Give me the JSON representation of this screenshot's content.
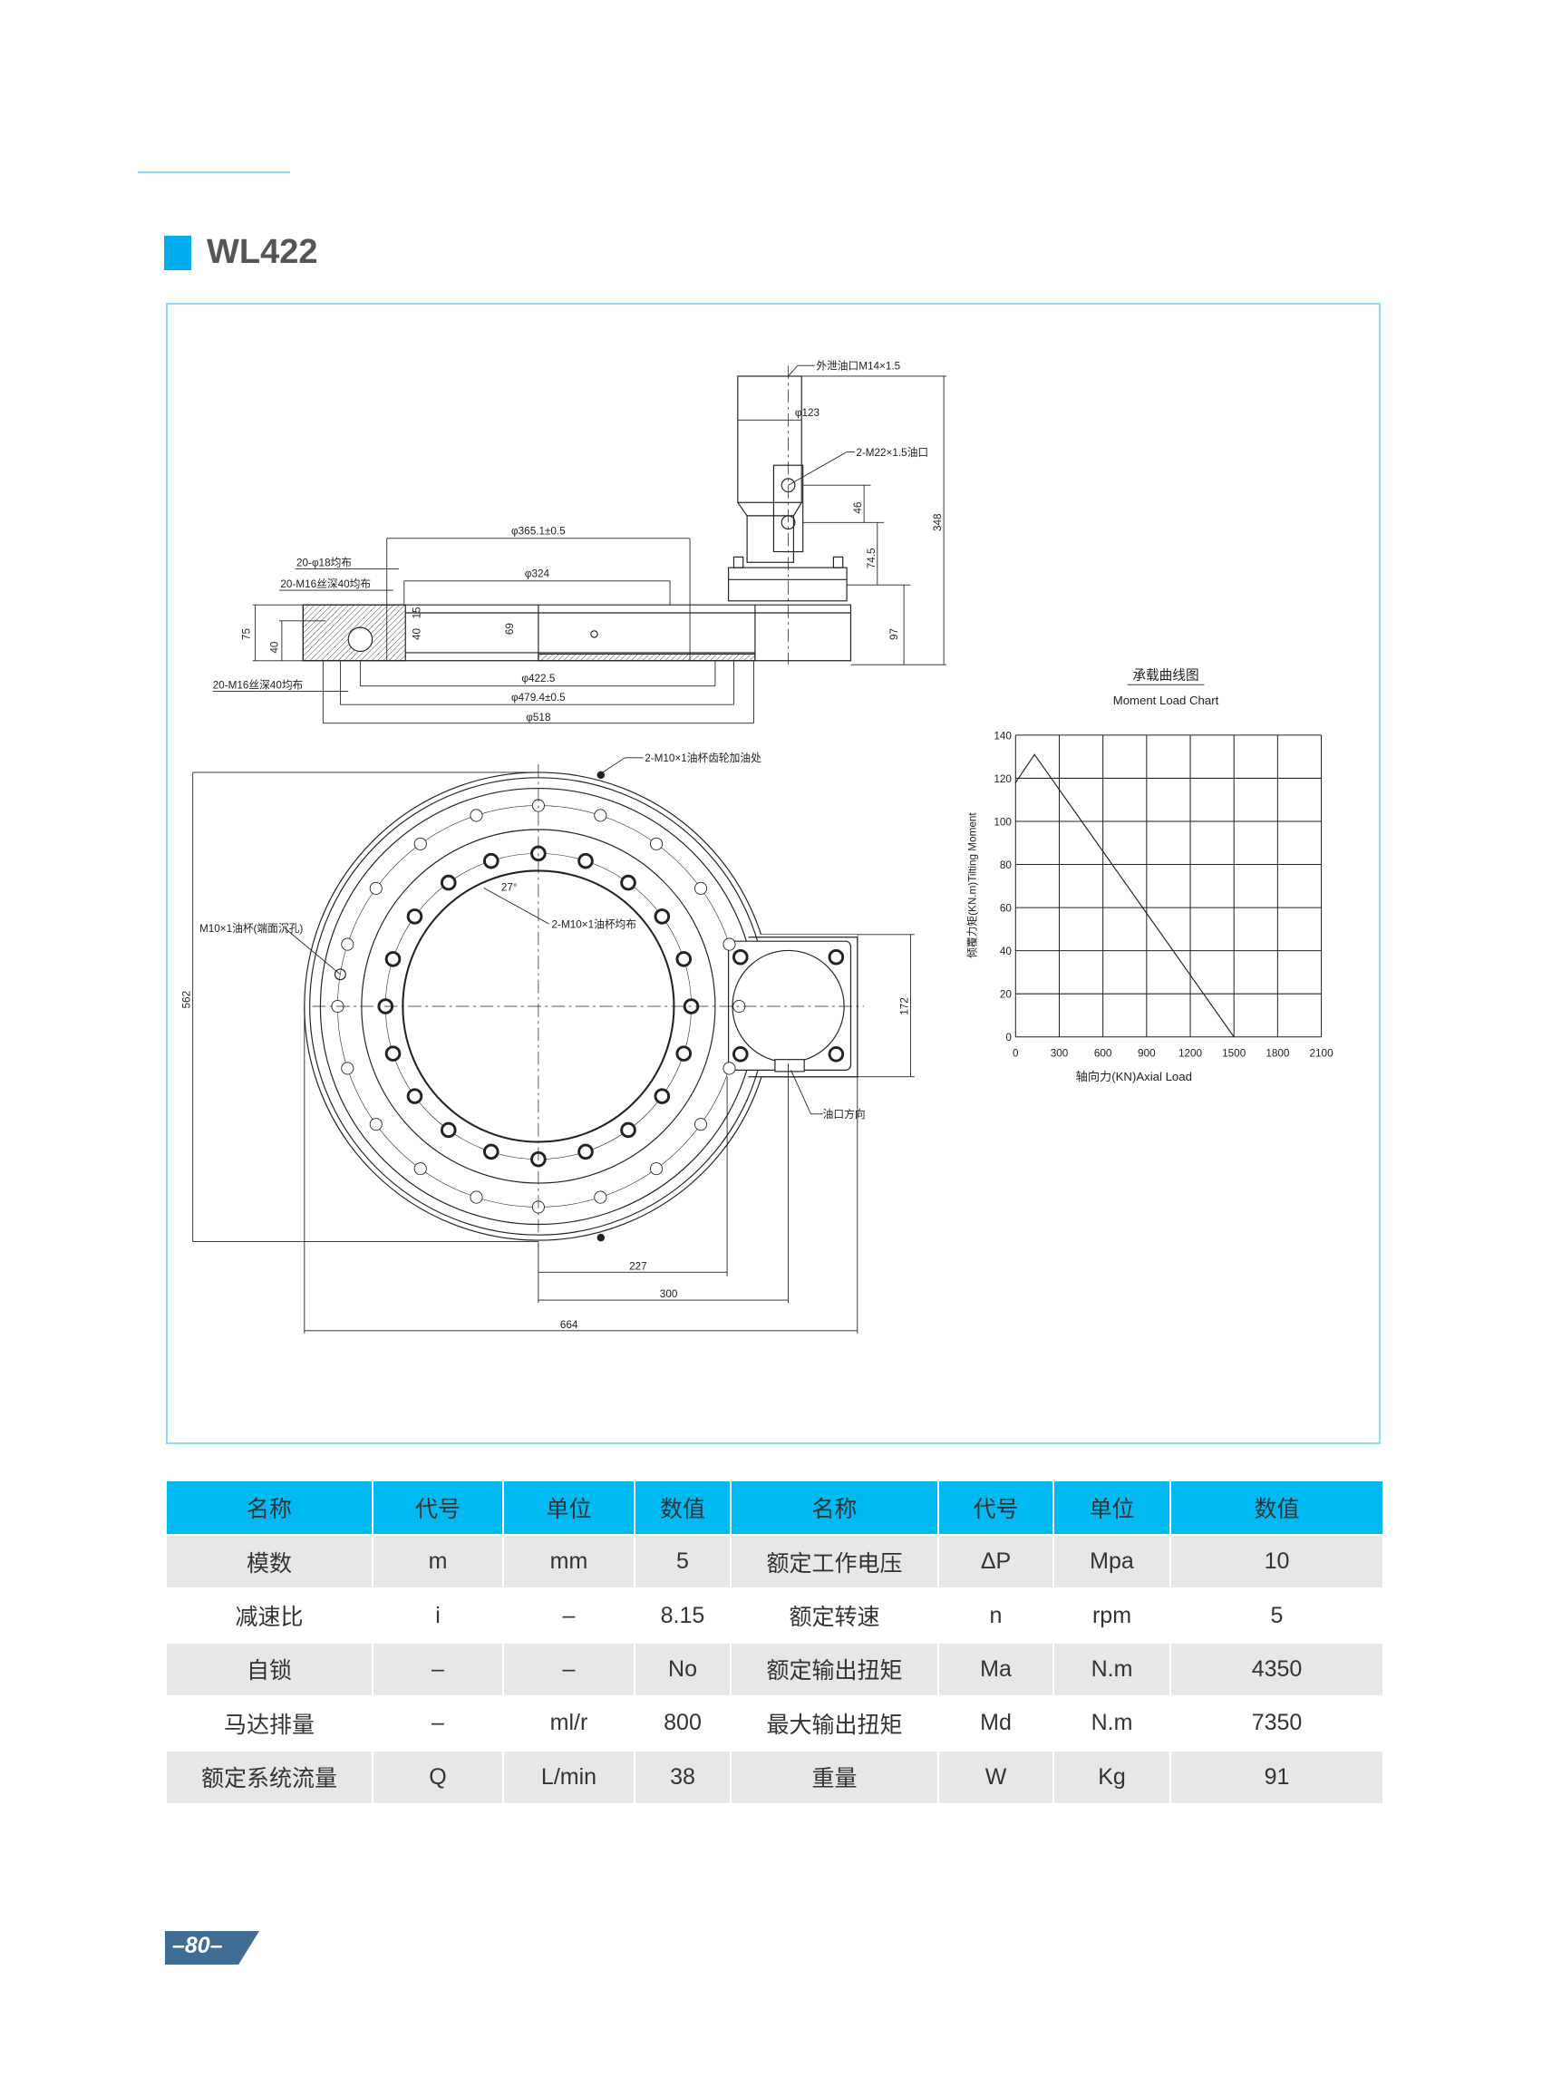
{
  "header": {
    "title": "WL422",
    "accent_color": "#00aeef"
  },
  "side_view": {
    "outer_drain": "外泄油口M14×1.5",
    "motor_dia": "φ123",
    "oil_ports": "2-M22×1.5油口",
    "d365": "φ365.1±0.5",
    "d324": "φ324",
    "d422": "φ422.5",
    "d479": "φ479.4±0.5",
    "d518": "φ518",
    "holes_top": "20-φ18均布",
    "thread_top": "20-M16丝深40均布",
    "thread_bottom": "20-M16丝深40均布",
    "h348": "348",
    "h97": "97",
    "h74": "74.5",
    "h46": "46",
    "h75": "75",
    "h40a": "40",
    "h15": "15",
    "h40b": "40",
    "h69": "69"
  },
  "plan_view": {
    "gear_cups": "2-M10×1油杯齿轮加油处",
    "cups_even": "2-M10×1油杯均布",
    "end_cup": "M10×1油杯(端面沉孔)",
    "oil_dir": "油口方向",
    "angle": "27°",
    "d562": "562",
    "d172": "172",
    "d227": "227",
    "d300": "300",
    "d664": "664"
  },
  "chart_data": {
    "type": "line",
    "title": "承载曲线图",
    "subtitle": "Moment Load Chart",
    "xlabel": "轴向力(KN)Axial Load",
    "ylabel": "倾覆力矩(KN.m)Tilting Moment",
    "xlim": [
      0,
      2100
    ],
    "ylim": [
      0,
      140
    ],
    "xticks": [
      0,
      300,
      600,
      900,
      1200,
      1500,
      1800,
      2100
    ],
    "yticks": [
      0,
      20,
      40,
      60,
      80,
      100,
      120,
      140
    ],
    "grid": true,
    "series": [
      {
        "name": "Moment Load",
        "x": [
          0,
          130,
          1500
        ],
        "y": [
          118,
          131,
          0
        ]
      }
    ]
  },
  "table": {
    "headers": [
      "名称",
      "代号",
      "单位",
      "数值",
      "名称",
      "代号",
      "单位",
      "数值"
    ],
    "rows": [
      [
        "模数",
        "m",
        "mm",
        "5",
        "额定工作电压",
        "ΔP",
        "Mpa",
        "10"
      ],
      [
        "减速比",
        "i",
        "–",
        "8.15",
        "额定转速",
        "n",
        "rpm",
        "5"
      ],
      [
        "自锁",
        "–",
        "–",
        "No",
        "额定输出扭矩",
        "Ma",
        "N.m",
        "4350"
      ],
      [
        "马达排量",
        "–",
        "ml/r",
        "800",
        "最大输出扭矩",
        "Md",
        "N.m",
        "7350"
      ],
      [
        "额定系统流量",
        "Q",
        "L/min",
        "38",
        "重量",
        "W",
        "Kg",
        "91"
      ]
    ]
  },
  "footer": {
    "page": "–80–"
  }
}
